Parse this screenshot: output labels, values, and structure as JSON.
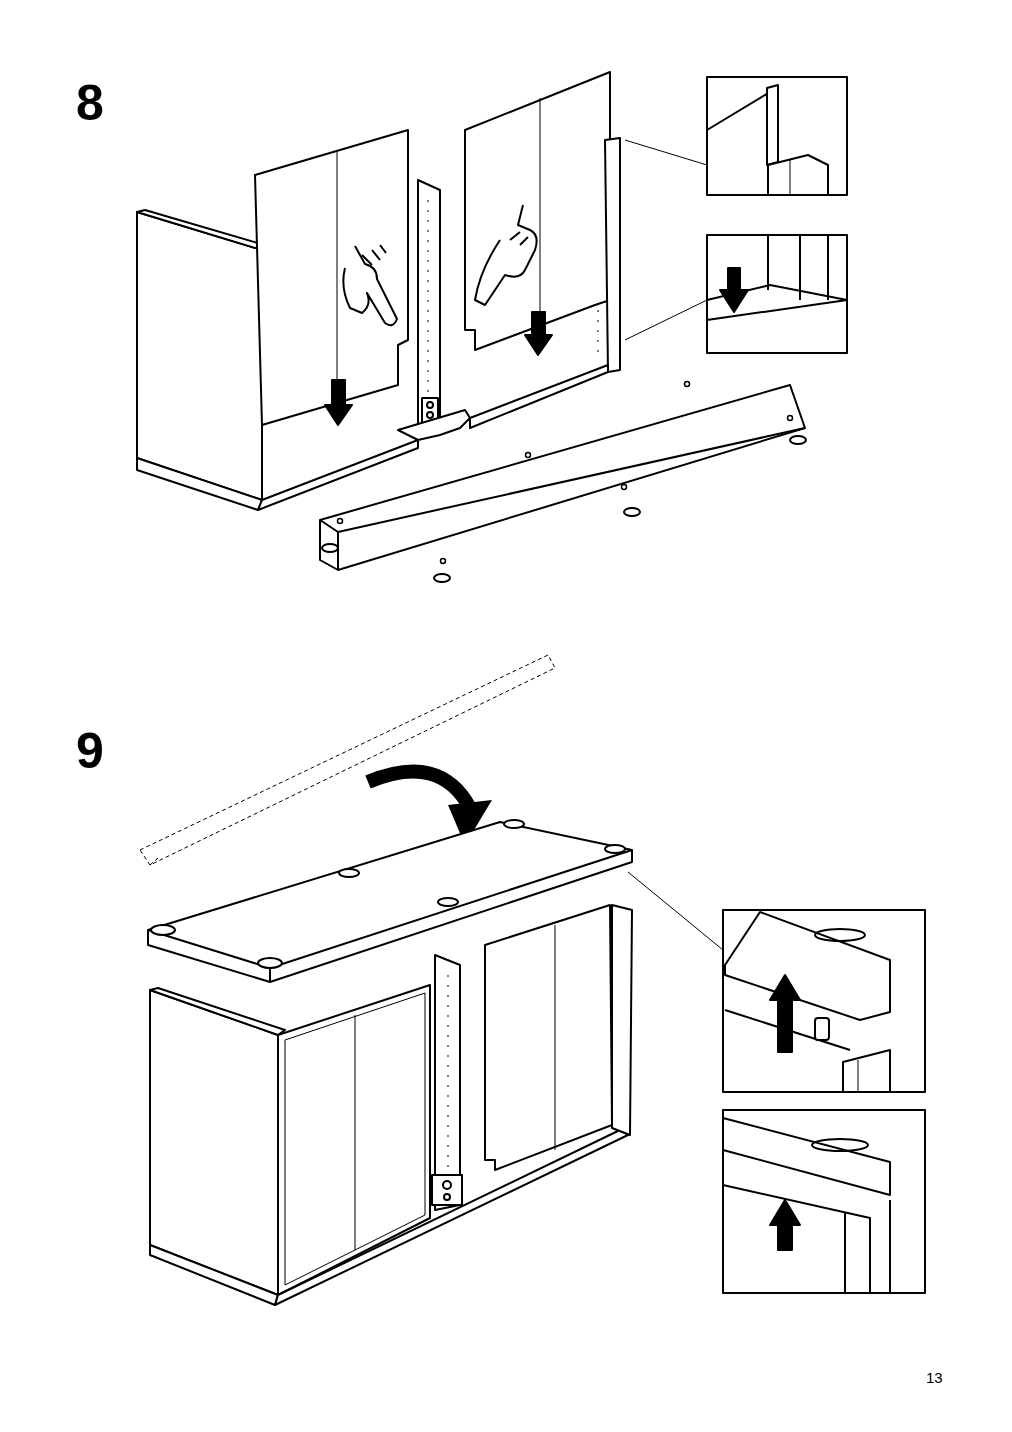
{
  "diagram": {
    "labels": [
      "8",
      "9",
      "13"
    ]
  }
}
